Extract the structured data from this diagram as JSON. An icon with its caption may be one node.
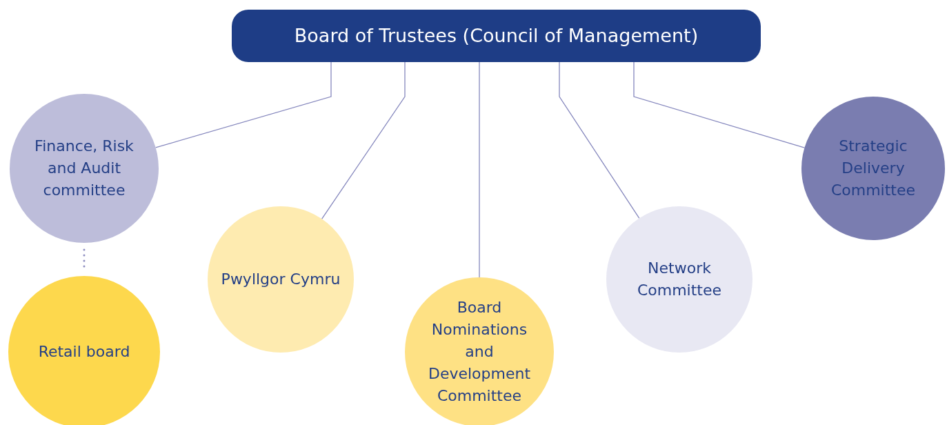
{
  "diagram": {
    "nodes": [
      {
        "text": [
          "Board of Trustees (Council of Management)"
        ]
      },
      {
        "text": [
          "Finance, Risk and Audit committee"
        ]
      },
      {
        "text": [
          "Retail board"
        ]
      },
      {
        "text": [
          "Pwyllgor Cymru"
        ]
      },
      {
        "text": [
          "Board Nominations and Development Committee"
        ]
      },
      {
        "text": [
          "Network Committee"
        ]
      },
      {
        "text": [
          "Strategic Delivery Committee"
        ]
      }
    ],
    "edges": [
      {
        "from": 0,
        "to": 1,
        "arrow": "none"
      },
      {
        "from": 0,
        "to": 3,
        "arrow": "none"
      },
      {
        "from": 0,
        "to": 4,
        "arrow": "none"
      },
      {
        "from": 0,
        "to": 5,
        "arrow": "none"
      },
      {
        "from": 0,
        "to": 6,
        "arrow": "none"
      },
      {
        "from": 1,
        "to": 2,
        "arrow": "none",
        "style": "dashed"
      }
    ]
  }
}
